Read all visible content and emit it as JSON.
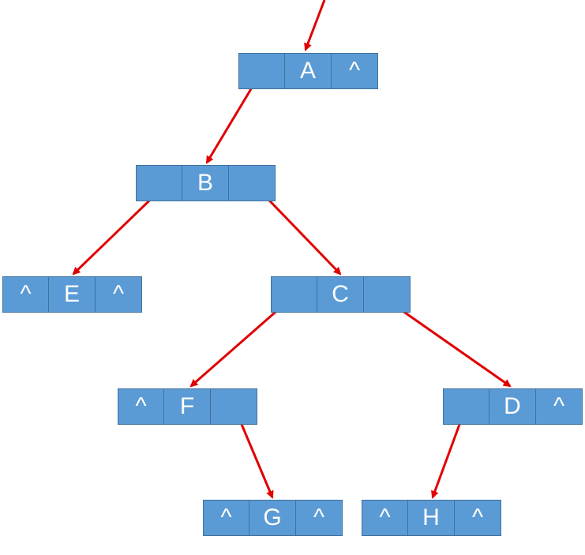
{
  "colors": {
    "node_fill": "#5b9bd5",
    "node_border": "#41719c",
    "arrow": "#e00000",
    "text": "#ffffff"
  },
  "nodes": [
    {
      "id": "A",
      "left": "",
      "data": "A",
      "right": "^"
    },
    {
      "id": "B",
      "left": "",
      "data": "B",
      "right": ""
    },
    {
      "id": "E",
      "left": "^",
      "data": "E",
      "right": "^"
    },
    {
      "id": "C",
      "left": "",
      "data": "C",
      "right": ""
    },
    {
      "id": "F",
      "left": "^",
      "data": "F",
      "right": ""
    },
    {
      "id": "D",
      "left": "",
      "data": "D",
      "right": "^"
    },
    {
      "id": "G",
      "left": "^",
      "data": "G",
      "right": "^"
    },
    {
      "id": "H",
      "left": "^",
      "data": "H",
      "right": "^"
    }
  ],
  "edges": [
    {
      "from": "root",
      "to": "A"
    },
    {
      "from": "A",
      "to": "B"
    },
    {
      "from": "B",
      "to": "E"
    },
    {
      "from": "B",
      "to": "C"
    },
    {
      "from": "C",
      "to": "F"
    },
    {
      "from": "C",
      "to": "D"
    },
    {
      "from": "F",
      "to": "G"
    },
    {
      "from": "D",
      "to": "H"
    }
  ]
}
